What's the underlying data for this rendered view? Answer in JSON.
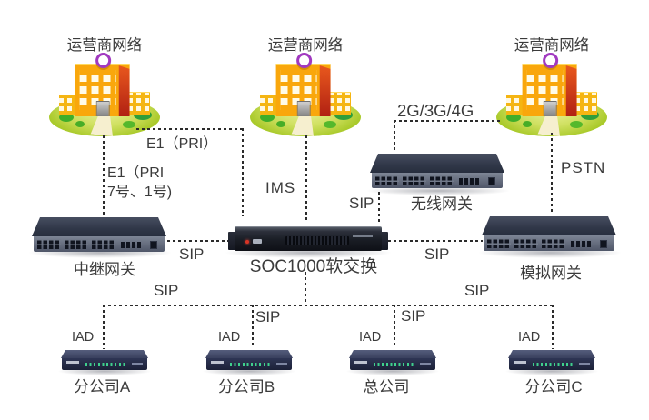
{
  "diagram": {
    "carriers": [
      {
        "label": "运营商网络"
      },
      {
        "label": "运营商网络"
      },
      {
        "label": "运营商网络"
      }
    ],
    "links": {
      "e1_pri": "E1（PRI）",
      "e1_pri_ss": [
        "E1（PRI",
        "7号、1号)"
      ],
      "ims": "IMS",
      "mobile": "2G/3G/4G",
      "pstn": "PSTN",
      "sip": "SIP",
      "iad": "IAD"
    },
    "devices": {
      "trunk_gateway": "中继网关",
      "softswitch": "SOC1000软交换",
      "wireless_gateway": "无线网关",
      "analog_gateway": "模拟网关"
    },
    "sites": [
      "分公司A",
      "分公司B",
      "总公司",
      "分公司C"
    ],
    "colors": {
      "text": "#3b3b3b",
      "line": "#2b2b2b",
      "building_orange": "#f9a70c",
      "building_red_wall": "#c23318",
      "hill_green": "#a3c622",
      "switch_body": "#2e3547",
      "switch_face": "#6b7382",
      "server_black": "#14171f",
      "iad_navy": "#2a3050",
      "led_green": "#3fd08d",
      "led_red": "#d93425",
      "clock_ring_purple": "#a139c0"
    }
  }
}
